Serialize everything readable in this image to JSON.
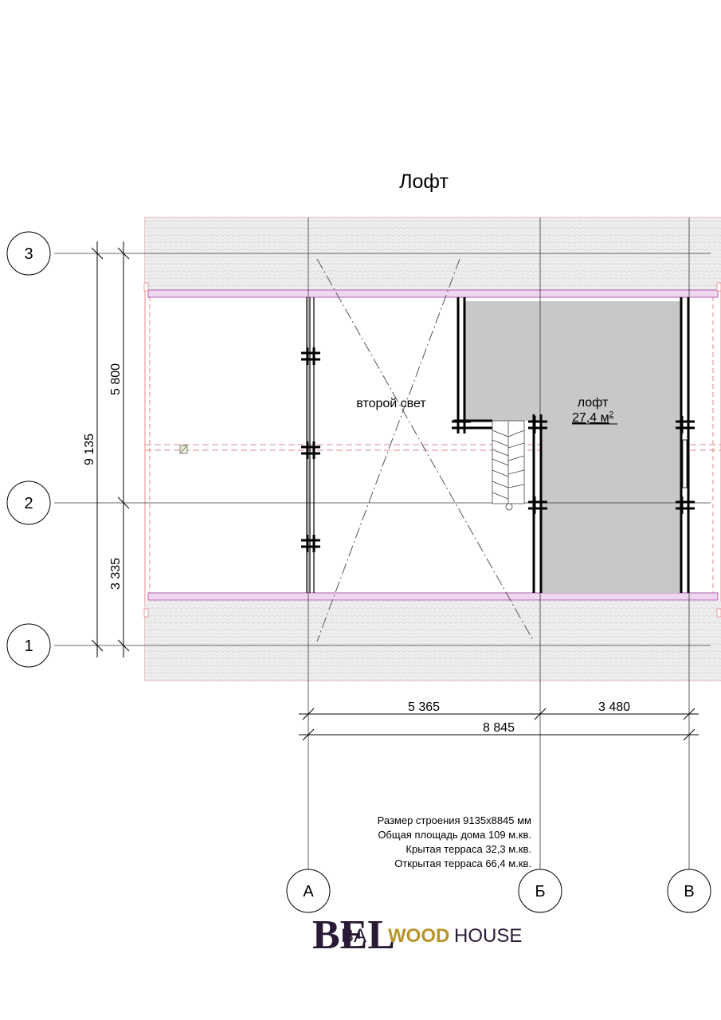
{
  "title": "Лофт",
  "axes": {
    "rows": [
      {
        "label": "3"
      },
      {
        "label": "2"
      },
      {
        "label": "1"
      }
    ],
    "columns": [
      {
        "label": "А"
      },
      {
        "label": "Б"
      },
      {
        "label": "В"
      }
    ]
  },
  "dimensions": {
    "vertical_total": "9 135",
    "vertical_top": "5 800",
    "vertical_bottom": "3 335",
    "horizontal_left": "5 365",
    "horizontal_right": "3 480",
    "horizontal_total": "8 845"
  },
  "rooms": {
    "void_label": "второй свет",
    "loft_label": "лофт",
    "loft_area": "27,4 м",
    "loft_area_sup": "2"
  },
  "notes": [
    "Размер строения 9135х8845 мм",
    "Общая площадь дома 109 м.кв.",
    "Крытая терраса 32,3 м.кв.",
    "Открытая терраса 66,4 м.кв."
  ],
  "logo": {
    "text_prefix": "BEL",
    "text_mid": "BA",
    "text_wood": "WOOD",
    "text_house": "HOUSE"
  },
  "colors": {
    "roof_fill": "#ececec",
    "roof_pattern": "#d6d6d6",
    "eave_fill": "#efd8ef",
    "eave_stroke": "#b05bb0",
    "loft_fill": "#c8c8c8",
    "dashed_red": "#e08a8a",
    "logo_dark": "#2a1a36",
    "logo_gold": "#b8942a"
  }
}
